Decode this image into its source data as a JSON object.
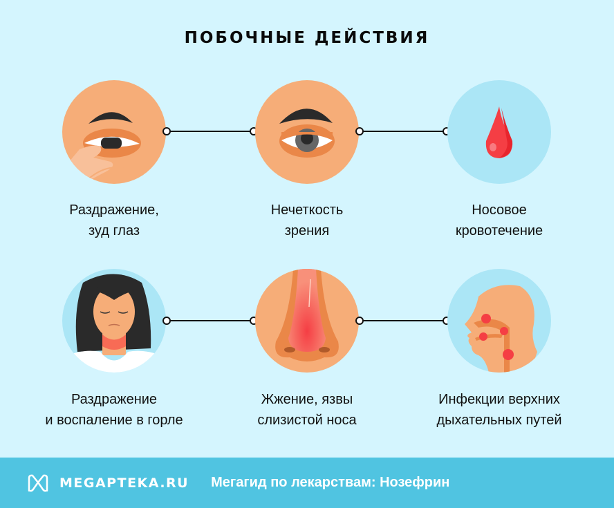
{
  "title": "ПОБОЧНЫЕ ДЕЙСТВИЯ",
  "colors": {
    "background": "#d4f5fe",
    "skin": "#f6ad78",
    "skin_dark": "#ea8748",
    "light_blue_circle": "#abe6f6",
    "blood_red": "#f53e44",
    "footer": "#50c4e1",
    "connector": "#111111"
  },
  "effects": [
    {
      "id": "eye-irritation",
      "icon": "eye-rubbing-icon",
      "line1": "Раздражение,",
      "line2": "зуд глаз"
    },
    {
      "id": "blurred-vision",
      "icon": "eye-icon",
      "line1": "Нечеткость",
      "line2": "зрения"
    },
    {
      "id": "nosebleed",
      "icon": "blood-drop-icon",
      "line1": "Носовое",
      "line2": "кровотечение"
    },
    {
      "id": "throat-irritation",
      "icon": "sore-throat-woman-icon",
      "line1": "Раздражение",
      "line2": "и воспаление в горле"
    },
    {
      "id": "nasal-burning",
      "icon": "inflamed-nose-icon",
      "line1": "Жжение, язвы",
      "line2": "слизистой носа"
    },
    {
      "id": "respiratory-infection",
      "icon": "respiratory-virus-icon",
      "line1": "Инфекции верхних",
      "line2": "дыхательных путей"
    }
  ],
  "footer": {
    "logo_icon": "megapteka-logo-icon",
    "brand": "MEGAPTEKA.RU",
    "text": "Мегагид по лекарствам: Нозефрин"
  }
}
